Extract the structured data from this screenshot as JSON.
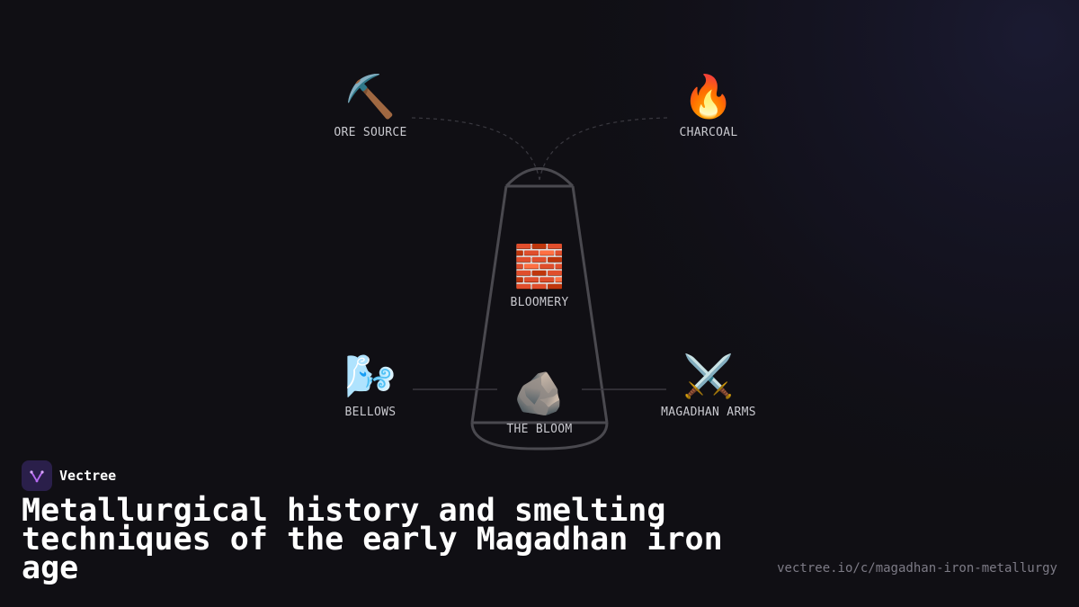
{
  "brand": {
    "name": "Vectree",
    "logo_icon": "tree-fork-icon",
    "logo_color": "#b76bf2",
    "logo_bg": "#2a1f4a"
  },
  "title": "Metallurgical history and smelting techniques of the early Magadhan iron age",
  "url": "vectree.io/c/magadhan-iron-metallurgy",
  "diagram": {
    "nodes": {
      "ore_source": {
        "label": "ORE SOURCE",
        "emoji": "⛏️",
        "icon": "pickaxe-icon"
      },
      "charcoal": {
        "label": "CHARCOAL",
        "emoji": "🔥",
        "icon": "fire-icon"
      },
      "bloomery": {
        "label": "BLOOMERY",
        "emoji": "🧱",
        "icon": "brick-icon"
      },
      "bellows": {
        "label": "BELLOWS",
        "emoji": "🌬️",
        "icon": "wind-icon"
      },
      "the_bloom": {
        "label": "THE BLOOM",
        "emoji": "🪨",
        "icon": "rock-icon"
      },
      "magadhan_arms": {
        "label": "MAGADHAN ARMS",
        "emoji": "⚔️",
        "icon": "crossed-swords-icon"
      }
    }
  },
  "colors": {
    "background": "#100f14",
    "furnace_stroke": "#4a494f",
    "connector": "#3a3940",
    "label_text": "#c9c9cf",
    "url_text": "#7d7b86"
  }
}
